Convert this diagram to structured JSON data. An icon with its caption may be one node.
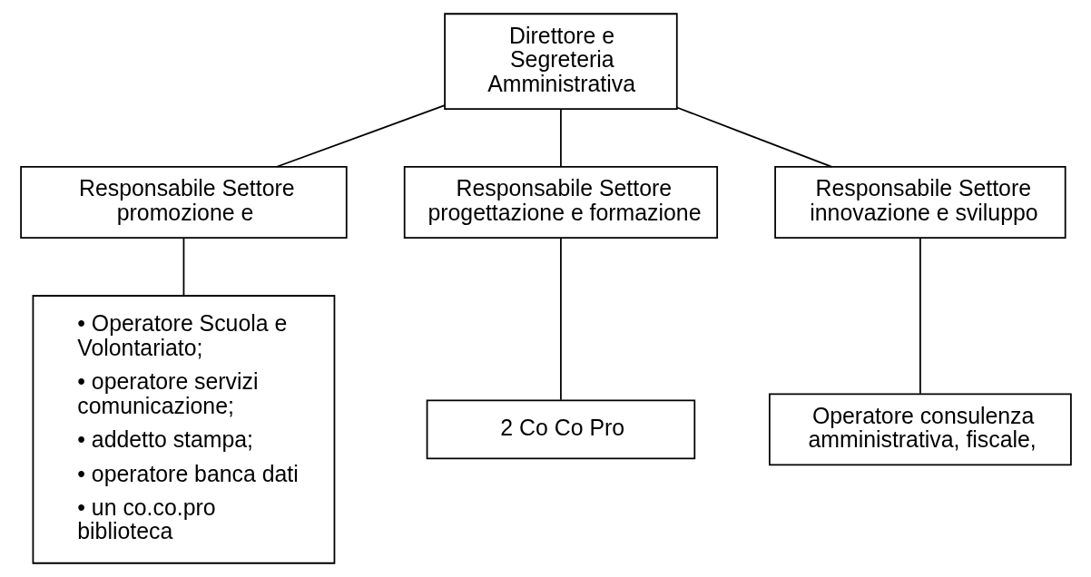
{
  "diagram": {
    "nodes": [
      {
        "text": [
          "Direttore e Segreteria Amministrativa"
        ]
      },
      {
        "text": [
          "Responsabile Settore promozione e"
        ]
      },
      {
        "text": [
          "• Operatore Scuola e Volontariato;",
          "• operatore servizi comunicazione;",
          "• addetto stampa;",
          "• operatore banca dati",
          "• un co.co.pro biblioteca"
        ]
      },
      {
        "text": [
          "Responsabile Settore progettazione e formazione"
        ]
      },
      {
        "text": [
          "2 Co Co Pro"
        ]
      },
      {
        "text": [
          "Responsabile Settore innovazione e sviluppo"
        ]
      },
      {
        "text": [
          "Operatore consulenza amministrativa, fiscale,"
        ]
      }
    ],
    "edges": [
      {
        "from": 0,
        "to": 1,
        "arrow": "none"
      },
      {
        "from": 0,
        "to": 3,
        "arrow": "none"
      },
      {
        "from": 0,
        "to": 5,
        "arrow": "none"
      },
      {
        "from": 1,
        "to": 2,
        "arrow": "none"
      },
      {
        "from": 3,
        "to": 4,
        "arrow": "none"
      },
      {
        "from": 5,
        "to": 6,
        "arrow": "none"
      }
    ]
  }
}
